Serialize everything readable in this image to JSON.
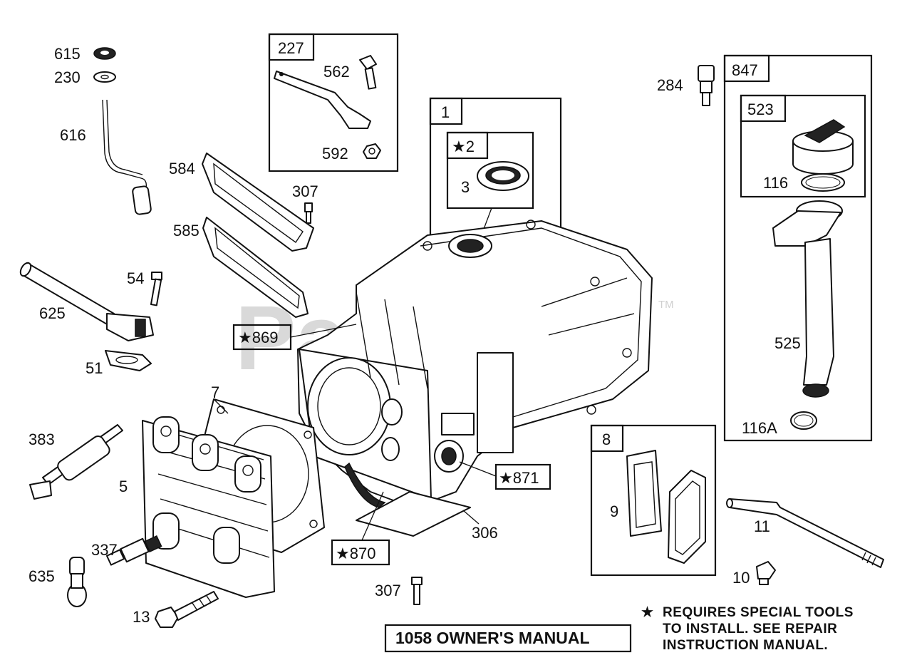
{
  "watermark": {
    "text": "PartsTree",
    "trademark": "TM"
  },
  "manual_label": "1058 OWNER'S MANUAL",
  "note": {
    "star": "★",
    "lines": [
      "REQUIRES SPECIAL TOOLS",
      "TO INSTALL.  SEE REPAIR",
      "INSTRUCTION MANUAL."
    ]
  },
  "group_boxes": {
    "g227": "227",
    "g1": "1",
    "g2": "★2",
    "g847": "847",
    "g523": "523",
    "g8": "8"
  },
  "boxed_labels": {
    "p869": "★869",
    "p871": "★871",
    "p870": "★870"
  },
  "labels": {
    "p615": "615",
    "p230": "230",
    "p616": "616",
    "p562": "562",
    "p592": "592",
    "p584": "584",
    "p307a": "307",
    "p585": "585",
    "p3": "3",
    "p284": "284",
    "p116": "116",
    "p525": "525",
    "p116a": "116A",
    "p54": "54",
    "p625": "625",
    "p51": "51",
    "p7": "7",
    "p383": "383",
    "p5": "5",
    "p337": "337",
    "p635": "635",
    "p13": "13",
    "p306": "306",
    "p307b": "307",
    "p9": "9",
    "p11": "11",
    "p10": "10"
  }
}
